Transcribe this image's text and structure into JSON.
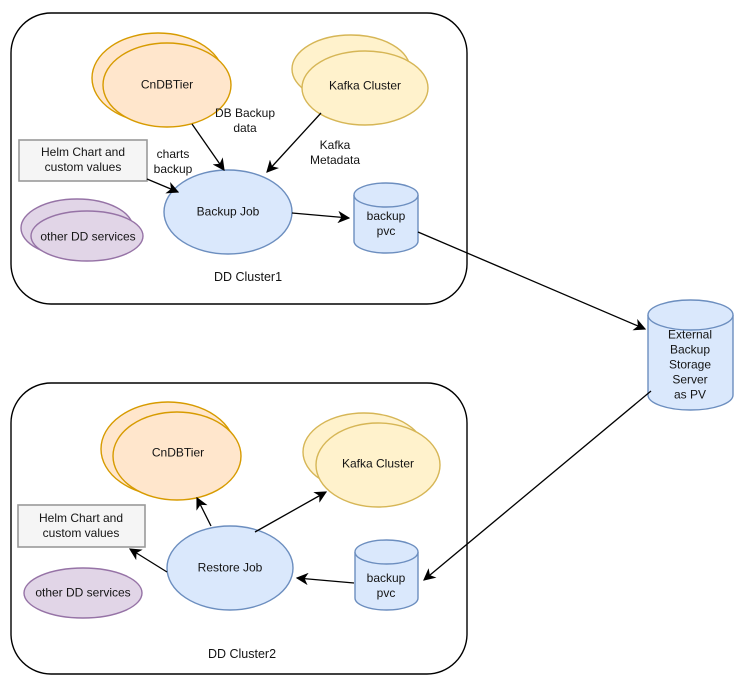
{
  "colors": {
    "orange_fill": "#ffe6cc",
    "orange_stroke": "#d79b00",
    "yellow_fill": "#fff2cc",
    "yellow_stroke": "#d6b656",
    "blue_fill": "#dae8fc",
    "blue_stroke": "#6c8ebf",
    "purple_fill": "#e1d5e7",
    "purple_stroke": "#9673a6",
    "gray_fill": "#f5f5f5",
    "gray_stroke": "#999999",
    "edge_color": "#000000",
    "text_color": "#141414"
  },
  "cluster1": {
    "label": "DD Cluster1",
    "nodes": {
      "cndbtier": "CnDBTier",
      "kafka": "Kafka Cluster",
      "helm": "Helm Chart and\ncustom values",
      "other_services": "other DD services",
      "backup_job": "Backup Job",
      "backup_pvc": "backup\npvc"
    },
    "edge_labels": {
      "db_backup": "DB Backup\ndata",
      "charts_backup": "charts\nbackup",
      "kafka_metadata": "Kafka\nMetadata"
    }
  },
  "cluster2": {
    "label": "DD Cluster2",
    "nodes": {
      "cndbtier": "CnDBTier",
      "kafka": "Kafka Cluster",
      "helm": "Helm Chart and\ncustom values",
      "other_services": "other DD services",
      "restore_job": "Restore Job",
      "backup_pvc": "backup\npvc"
    }
  },
  "external_storage": {
    "label": "External\nBackup\nStorage\nServer as PV"
  }
}
